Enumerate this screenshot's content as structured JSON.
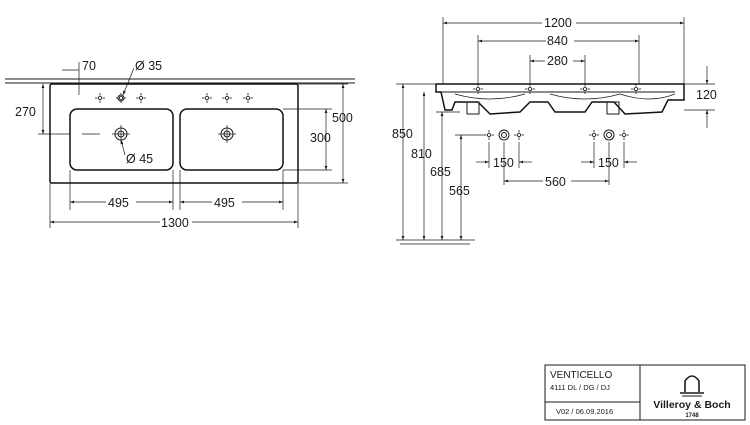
{
  "dimensions": {
    "top_view": {
      "tap_offset": "70",
      "tap_hole": "Ø 35",
      "depth_to_tap": "270",
      "overall_depth": "500",
      "bowl_depth": "300",
      "waste_hole": "Ø 45",
      "bowl_width_left": "495",
      "bowl_width_right": "495",
      "overall_width": "1300"
    },
    "side_view": {
      "width_1200": "1200",
      "width_840": "840",
      "width_280": "280",
      "thickness": "120",
      "height_850": "850",
      "height_810": "810",
      "height_685": "685",
      "height_565": "565",
      "waste_150_left": "150",
      "waste_150_right": "150",
      "waste_560": "560"
    }
  },
  "title_block": {
    "product": "VENTICELLO",
    "article": "4111 DL / DG / DJ",
    "version": "V02 / 06.09.2016",
    "brand": "Villeroy & Boch",
    "year": "1748"
  }
}
